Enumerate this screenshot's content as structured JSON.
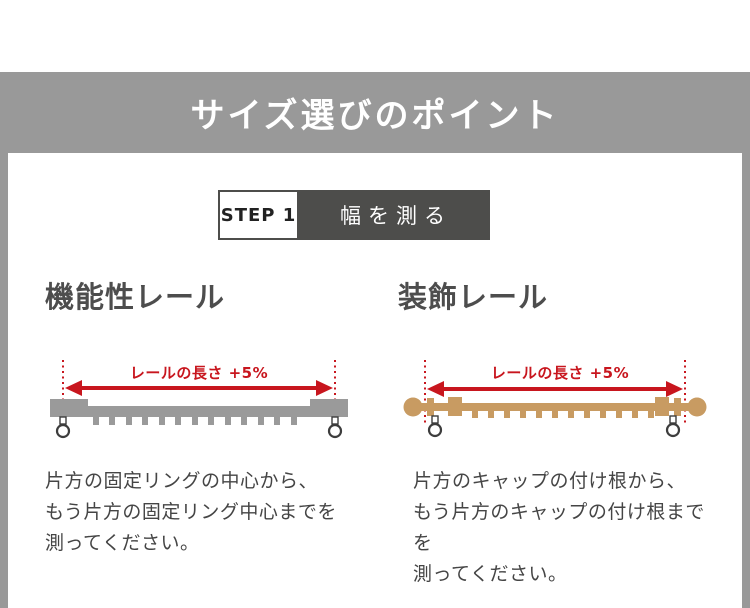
{
  "page": {
    "banner_title": "サイズ選びのポイント"
  },
  "step": {
    "label": "STEP 1",
    "title": "幅を測る"
  },
  "columns": [
    {
      "heading": "機能性レール",
      "diagram": {
        "type": "functional-rail",
        "measure_label": "レールの長さ +5%"
      },
      "description_lines": [
        "片方の固定リングの中心から、",
        "もう片方の固定リング中心までを",
        "測ってください。"
      ]
    },
    {
      "heading": "装飾レール",
      "diagram": {
        "type": "decorative-rail",
        "measure_label": "レールの長さ +5%"
      },
      "description_lines": [
        "片方のキャップの付け根から、",
        "もう片方のキャップの付け根までを",
        "測ってください。"
      ]
    }
  ],
  "colors": {
    "banner_bg": "#999999",
    "step_dark": "#4d4d4b",
    "accent_red": "#c8161e",
    "rail_gray": "#9a9a9a",
    "rail_tan": "#c89b62",
    "heading_text": "#4d4d4d",
    "body_text": "#454545"
  }
}
